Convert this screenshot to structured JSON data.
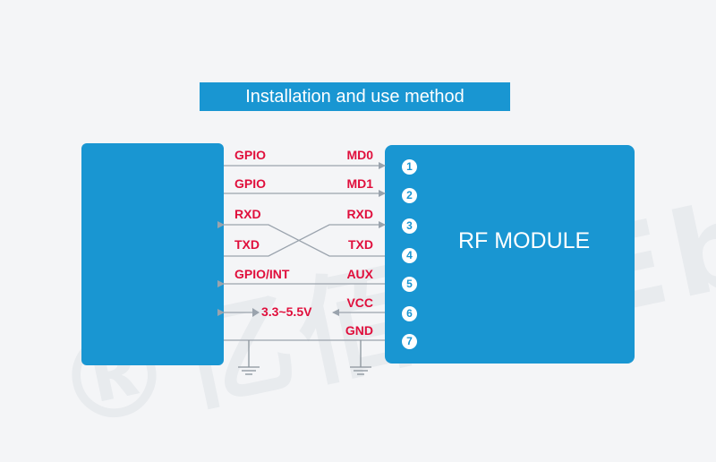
{
  "title": "Installation and use method",
  "watermark": "®亿佰特 Ebyte Technology",
  "rf_module_label": "RF MODULE",
  "signals": [
    {
      "left": "GPIO",
      "right": "MD0",
      "pin": "1"
    },
    {
      "left": "GPIO",
      "right": "MD1",
      "pin": "2"
    },
    {
      "left": "RXD",
      "right": "RXD",
      "pin": "3"
    },
    {
      "left": "TXD",
      "right": "TXD",
      "pin": "4"
    },
    {
      "left": "GPIO/INT",
      "right": "AUX",
      "pin": "5"
    },
    {
      "left": "",
      "right": "VCC",
      "pin": "6"
    },
    {
      "left": "",
      "right": "GND",
      "pin": "7"
    }
  ],
  "supply_voltage": "3.3~5.5V",
  "colors": {
    "accent": "#1996d2",
    "signal_text": "#e00f3c",
    "wire": "#9aa3ad",
    "background": "#f4f5f7"
  }
}
